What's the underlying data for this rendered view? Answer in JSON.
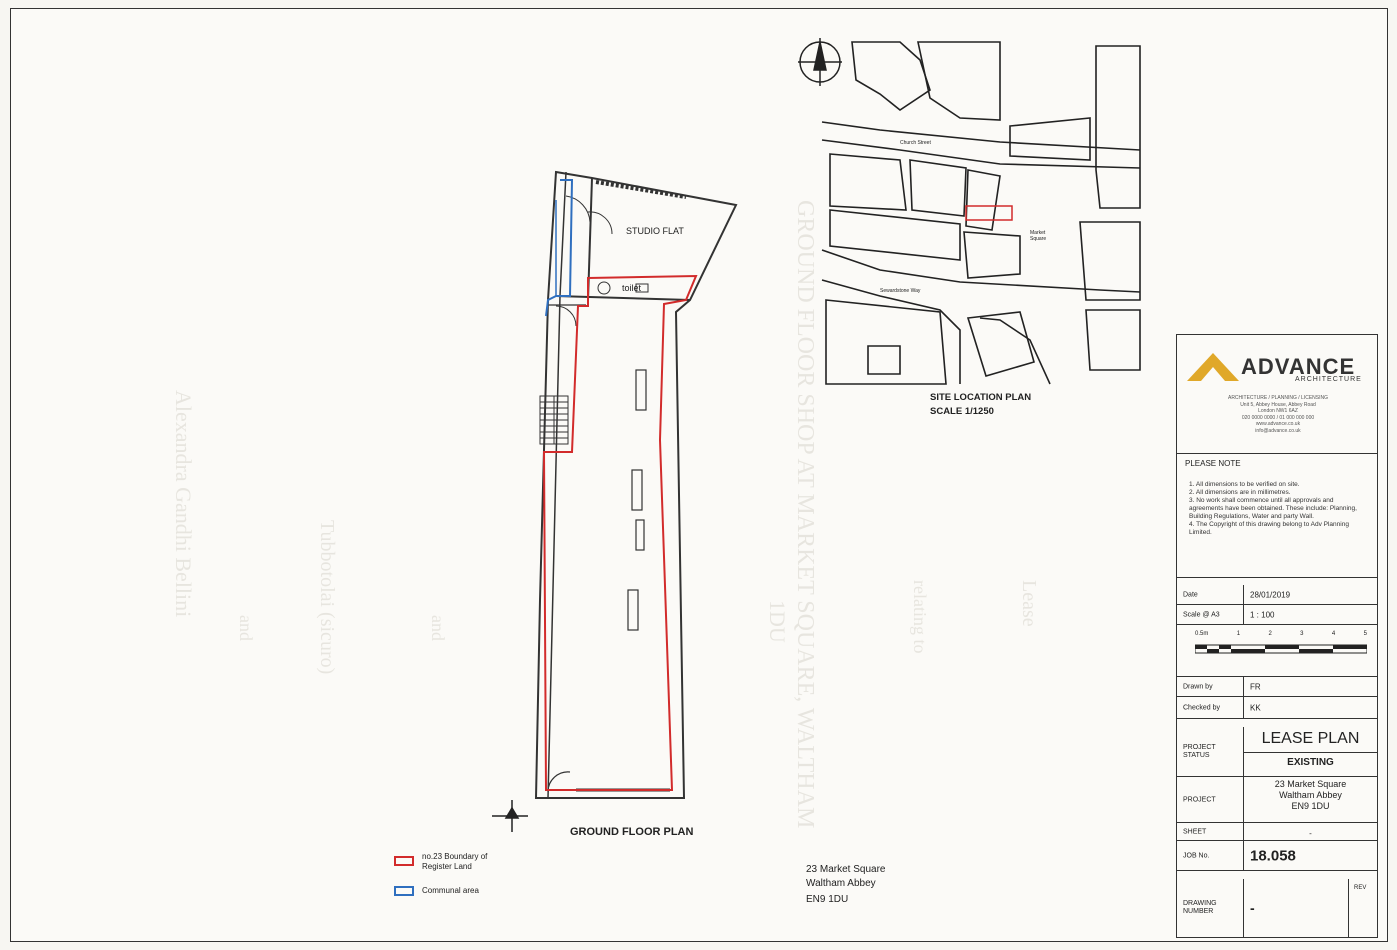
{
  "plans": {
    "ground_floor_title": "GROUND FLOOR PLAN",
    "studio_label": "STUDIO FLAT",
    "toilet_label": "toilet",
    "site_title": "SITE LOCATION PLAN",
    "site_scale": "SCALE 1/1250",
    "street_church": "Church Street",
    "street_sewardstone": "Sewardstone Way",
    "square_label": "Market Square"
  },
  "legend": {
    "red_label_1": "no.23 Boundary of",
    "red_label_2": "Register Land",
    "blue_label": "Communal area",
    "red_color": "#d22b2b",
    "blue_color": "#2f6fbf"
  },
  "address": {
    "line1": "23 Market Square",
    "line2": "Waltham Abbey",
    "line3": "EN9 1DU"
  },
  "titleblock": {
    "logo_name": "ADVANCE",
    "logo_sub": "ARCHITECTURE",
    "logo_lines": [
      "ARCHITECTURE / PLANNING / LICENSING",
      "Unit 5, Abbey House, Abbey Road",
      "London NW1 6AZ",
      "020 0000 0000 / 01 000 000 000",
      "www.advance.co.uk",
      "info@advance.co.uk"
    ],
    "note_head": "PLEASE NOTE",
    "notes": [
      "1. All dimensions to be verified on site.",
      "2. All dimensions are in millimetres.",
      "3. No work shall commence until all approvals and agreements have been obtained. These include: Planning, Building Regulations, Water and party Wall.",
      "4. The Copyright of this drawing belong to Adv Planning Limited."
    ],
    "date_label": "Date",
    "date_value": "28/01/2019",
    "scale_label": "Scale @ A3",
    "scale_value": "1 : 100",
    "scale_ticks": [
      "0.5m",
      "1",
      "2",
      "3",
      "4",
      "5"
    ],
    "drawn_label": "Drawn by",
    "drawn_value": "FR",
    "checked_label": "Checked by",
    "checked_value": "KK",
    "project_status_label": "PROJECT STATUS",
    "title_value": "LEASE PLAN",
    "status_value": "EXISTING",
    "project_label": "PROJECT",
    "project_value_1": "23 Market Square",
    "project_value_2": "Waltham Abbey",
    "project_value_3": "EN9 1DU",
    "sheet_label": "SHEET",
    "sheet_value": "-",
    "job_label": "JOB No.",
    "job_value": "18.058",
    "drawing_label": "DRAWING NUMBER",
    "drawing_value": "-",
    "rev_label": "REV"
  },
  "ghost_text": {
    "col1": "Alexandra Gandhi Bellini",
    "col2": "Tubbotolai (sicuro)",
    "col3": "and",
    "col4": "and",
    "col5": "GROUND FLOOR SHOP AT MARKET SQUARE, WALTHAM",
    "col6": "relating to",
    "col7": "1DU",
    "col8": "Lease"
  }
}
